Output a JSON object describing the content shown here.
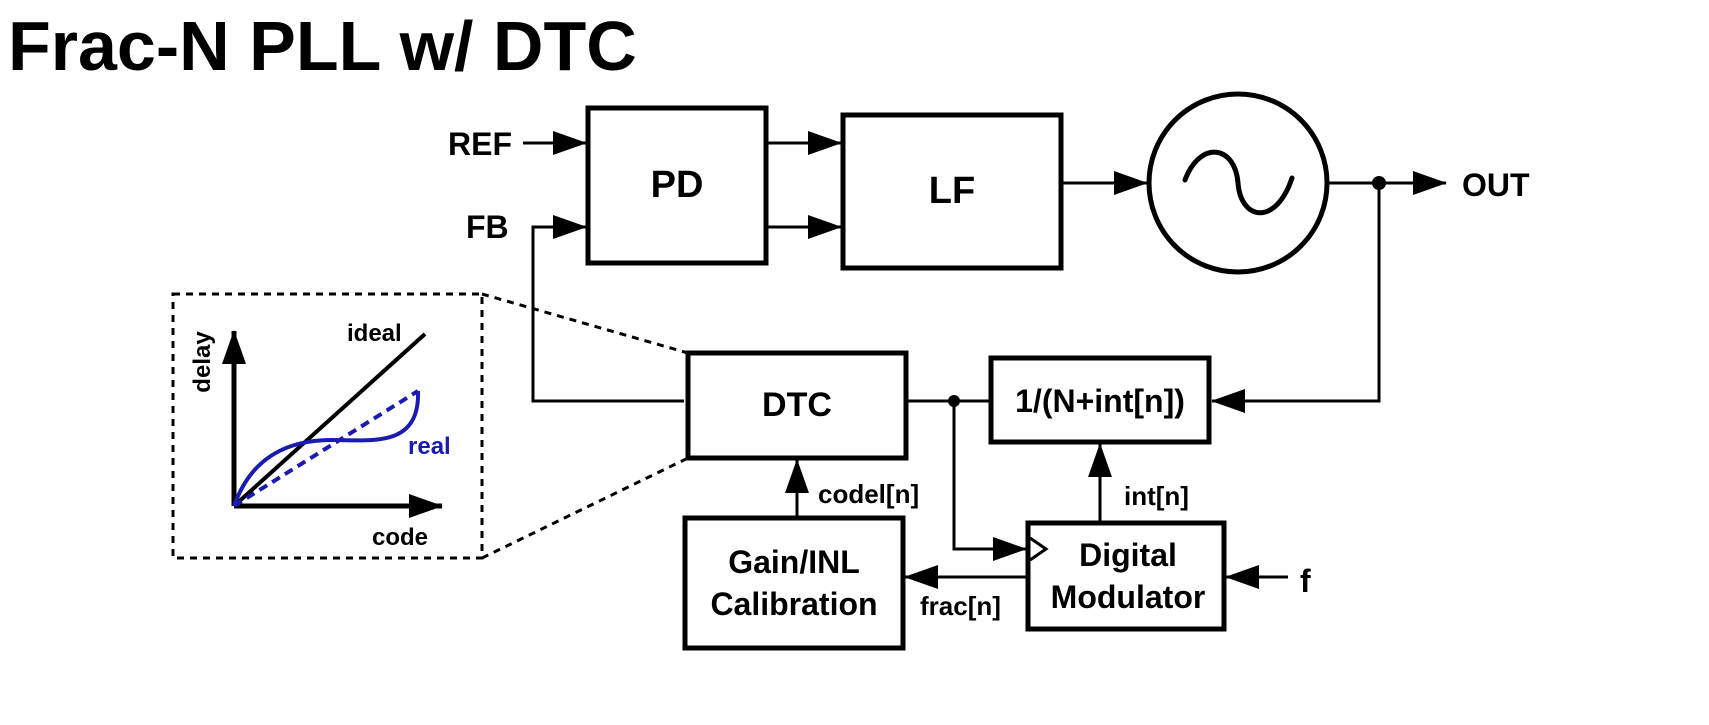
{
  "title": "Frac-N PLL w/ DTC",
  "signals": {
    "ref": "REF",
    "fb": "FB",
    "out": "OUT",
    "codel": "codel[n]",
    "int": "int[n]",
    "frac": "frac[n]",
    "f": "f"
  },
  "blocks": {
    "pd": "PD",
    "lf": "LF",
    "dtc": "DTC",
    "divider": "1/(N+int[n])",
    "calibration": [
      "Gain/INL",
      "Calibration"
    ],
    "modulator": [
      "Digital",
      "Modulator"
    ]
  },
  "inset": {
    "y_axis": "delay",
    "x_axis": "code",
    "ideal_label": "ideal",
    "real_label": "real",
    "real_color": "#1a1ab4"
  }
}
